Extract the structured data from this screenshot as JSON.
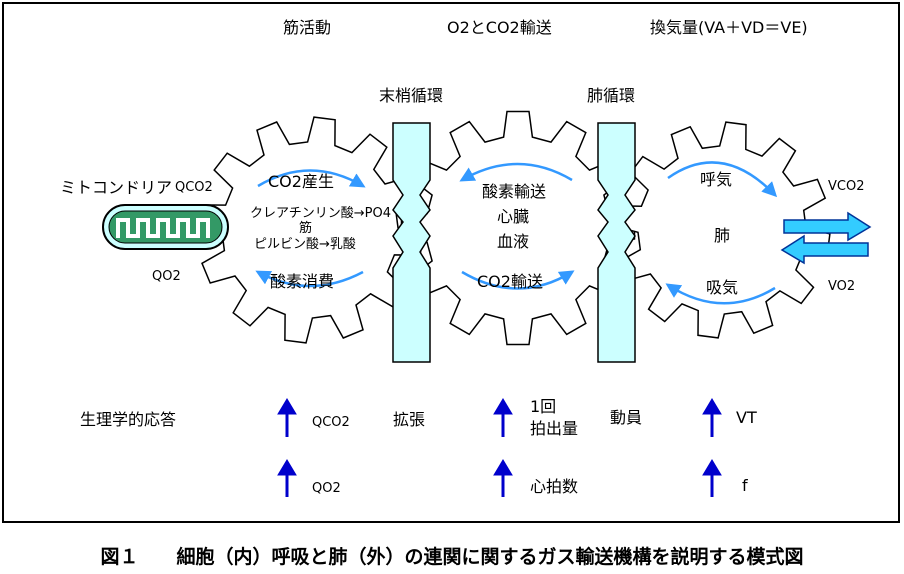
{
  "headers": {
    "muscle_activity": "筋活動",
    "o2_co2_transport": "O2とCO2輸送",
    "ventilation": "換気量(VA＋VD＝VE)"
  },
  "circulation": {
    "peripheral": "末梢循環",
    "pulmonary": "肺循環"
  },
  "left_gear": {
    "mitochondria_label": "ミトコンドリア",
    "qco2": "QCO2",
    "qo2": "QO2",
    "top_arrow_label": "CO2産生",
    "line1": "クレアチンリン酸→PO4",
    "line2": "筋",
    "line3": "ピルビン酸→乳酸",
    "bottom_arrow_label": "酸素消費"
  },
  "middle_gear": {
    "top_arrow_label": "酸素輸送",
    "center1": "心臓",
    "center2": "血液",
    "bottom_arrow_label": "CO2輸送"
  },
  "right_gear": {
    "top_arrow_label": "呼気",
    "center": "肺",
    "bottom_arrow_label": "吸気",
    "vco2": "VCO2",
    "vo2": "VO2"
  },
  "responses": {
    "title": "生理学的応答",
    "qco2": "QCO2",
    "qo2": "QO2",
    "dilation": "拡張",
    "stroke_output": "1回\n拍出量",
    "heart_rate": "心拍数",
    "recruitment": "動員",
    "tidal_volume": "VT",
    "frequency": "f"
  },
  "caption": "図１　　細胞（内）呼吸と肺（外）の連関に関するガス輸送機構を説明する模式図",
  "colors": {
    "arrow_blue": "#3399ff",
    "up_arrow": "#0000cc",
    "panel": "#ccffff",
    "mito_green": "#339966"
  }
}
